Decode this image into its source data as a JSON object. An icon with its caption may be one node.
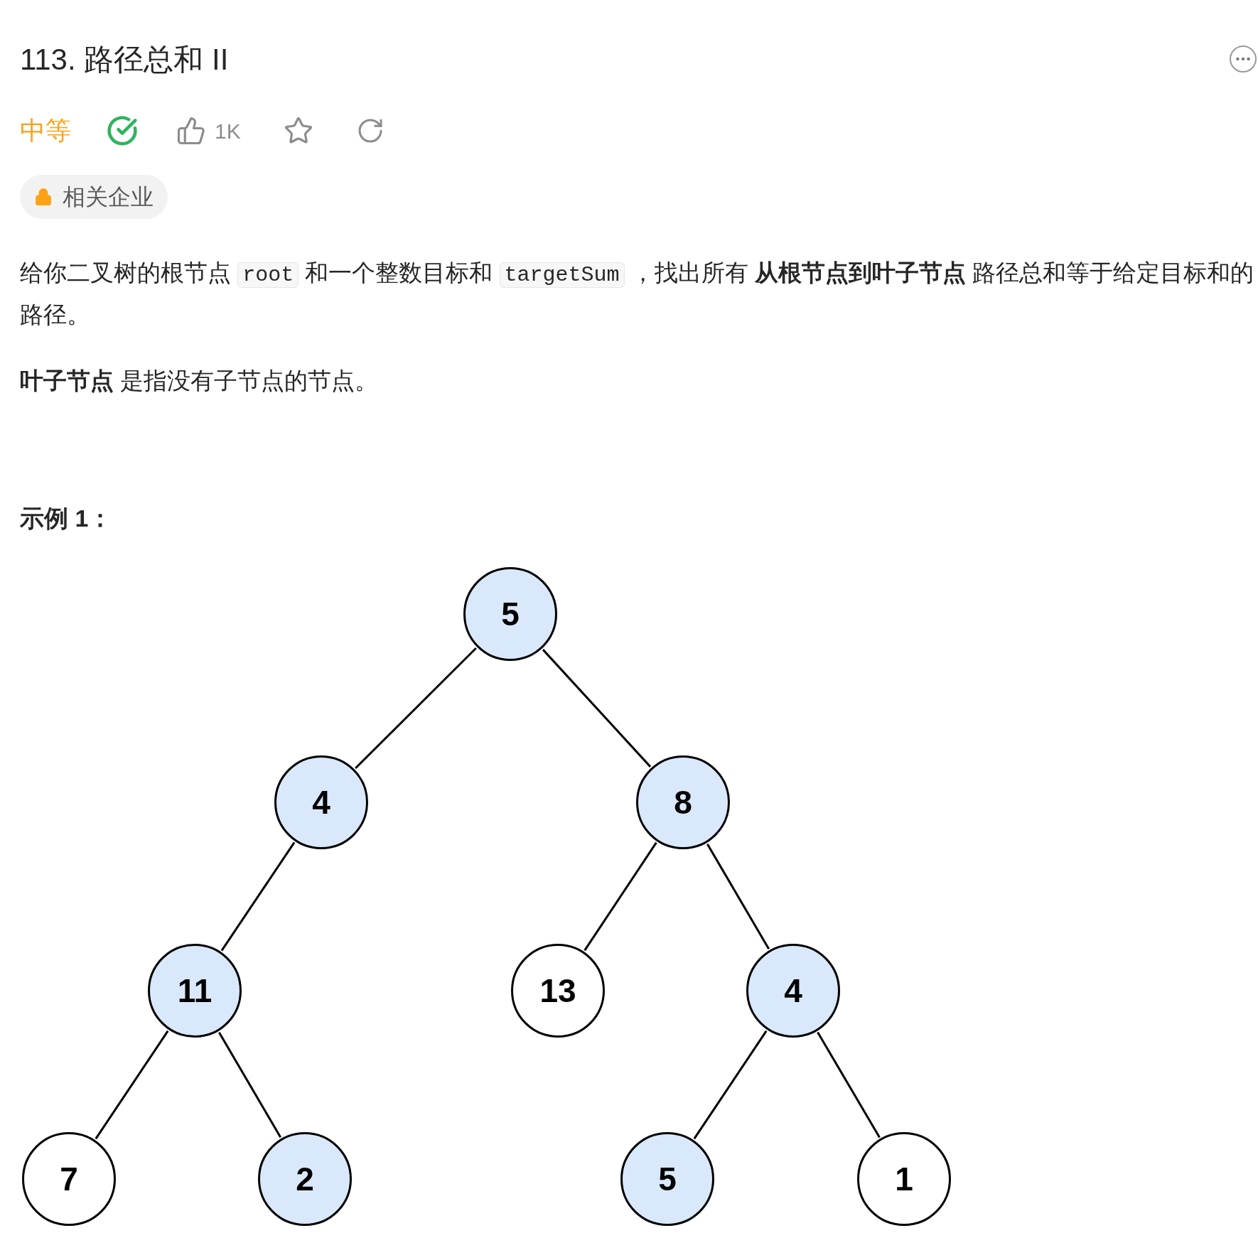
{
  "diagram": {
    "title": "113. 路径总和 II",
    "nodes": [
      {
        "text": [
          "5"
        ]
      },
      {
        "text": [
          "4"
        ]
      },
      {
        "text": [
          "8"
        ]
      },
      {
        "text": [
          "11"
        ]
      },
      {
        "text": [
          "13"
        ]
      },
      {
        "text": [
          "4"
        ]
      },
      {
        "text": [
          "7"
        ]
      },
      {
        "text": [
          "2"
        ]
      },
      {
        "text": [
          "5"
        ]
      },
      {
        "text": [
          "1"
        ]
      }
    ],
    "edges": [
      {
        "from": 0,
        "to": 1,
        "arrow": "none"
      },
      {
        "from": 0,
        "to": 2,
        "arrow": "none"
      },
      {
        "from": 1,
        "to": 3,
        "arrow": "none"
      },
      {
        "from": 2,
        "to": 4,
        "arrow": "none"
      },
      {
        "from": 2,
        "to": 5,
        "arrow": "none"
      },
      {
        "from": 3,
        "to": 6,
        "arrow": "none"
      },
      {
        "from": 3,
        "to": 7,
        "arrow": "none"
      },
      {
        "from": 5,
        "to": 8,
        "arrow": "none"
      },
      {
        "from": 5,
        "to": 9,
        "arrow": "none"
      }
    ],
    "labels": [
      "中等",
      "1K",
      "相关企业",
      "给你二叉树的根节点",
      "root",
      "和一个整数目标和",
      "targetSum",
      "，找出所有 **从根节点到叶子节点** 路径总和等于给定目标和的路径。",
      "**叶子节点** 是指没有子节点的节点。",
      "示例 1："
    ]
  }
}
